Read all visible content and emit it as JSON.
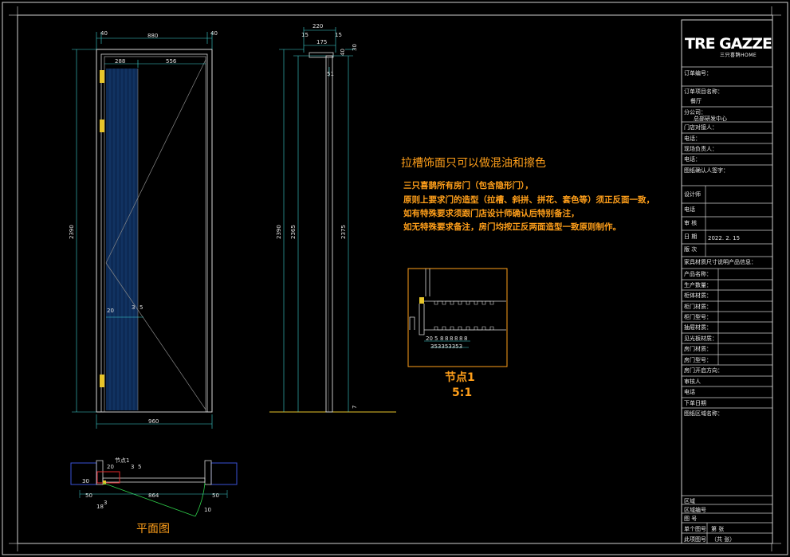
{
  "title_block": {
    "logo": "TRE GAZZE",
    "logo_sub": "三只喜鹊HOME",
    "fields": [
      "订单编号：",
      "订单项目名称：",
      "餐厅",
      "分公司：",
      "总部研发中心",
      "门店对接人：",
      "电话：",
      "现场负责人：",
      "电话：",
      "图纸确认人签字：",
      "设计师",
      "电话",
      "审   核",
      "日   期",
      "2022. 2. 15",
      "版   次",
      "家具材质尺寸说明产品信息：",
      "产品名称：",
      "生产数量：",
      "柜体材质：",
      "柜门材质：",
      "柜门型号：",
      "抽屉材质：",
      "见光板材质：",
      "房门材质：",
      "房门型号：",
      "房门开启方向：",
      "审核人",
      "电话",
      "下单日期",
      "图纸区域名称：",
      "区域",
      "区域编号",
      "图   号",
      "单个图号",
      "第      张",
      "此项图号",
      "（共      张）"
    ]
  },
  "notes": {
    "title": "拉槽饰面只可以做混油和擦色",
    "lines": [
      "三只喜鹊所有房门（包含隐形门），",
      "原则上要求门的造型（拉槽、斜拼、拼花、套色等）须正反面一致，",
      "如有特殊要求须跟门店设计师确认后特别备注，",
      "如无特殊要求备注，房门均按正反两面造型一致原则制作。"
    ]
  },
  "node": {
    "label": "节点1",
    "scale": "5:1"
  },
  "plan_label": "平面图",
  "dimensions": {
    "front_top": [
      "40",
      "880",
      "40"
    ],
    "front_inner": [
      "288",
      "556"
    ],
    "front_bottom": "960",
    "front_height": "2390",
    "front_marks": [
      "20",
      "3",
      "5"
    ],
    "side_top": [
      "220",
      "15",
      "175",
      "15",
      "30",
      "40"
    ],
    "side_heights": [
      "2390",
      "2365",
      "2375"
    ],
    "side_mark": "51",
    "side_foot": "7",
    "node_dims": [
      "20",
      "5",
      "8",
      "8",
      "8",
      "8",
      "8",
      "8"
    ],
    "node_row2": "353353353",
    "plan": [
      "节点1",
      "3",
      "5",
      "20",
      "30",
      "50",
      "864",
      "50",
      "18",
      "3",
      "10"
    ]
  }
}
